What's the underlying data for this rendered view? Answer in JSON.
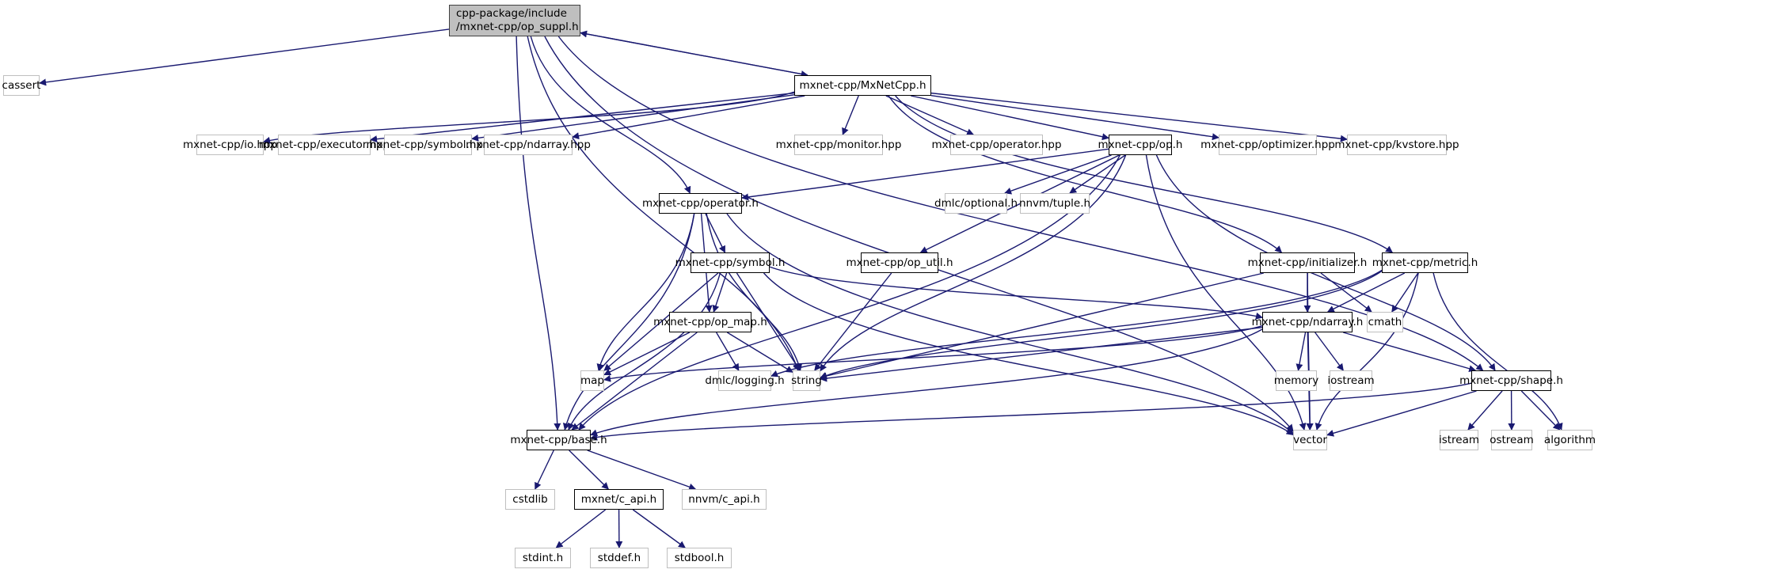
{
  "diagram": {
    "title": "Include dependency graph for op_suppl.h",
    "edge_color": "#191970",
    "root_fill": "#bfbfbf",
    "root": {
      "id": "op_suppl",
      "lines": [
        "cpp-package/include",
        "/mxnet-cpp/op_suppl.h"
      ]
    },
    "nodes": [
      {
        "id": "cassert",
        "label": "cassert",
        "kind": "ext"
      },
      {
        "id": "MxNetCpp",
        "label": "mxnet-cpp/MxNetCpp.h",
        "kind": "local"
      },
      {
        "id": "io_hpp",
        "label": "mxnet-cpp/io.hpp",
        "kind": "ext"
      },
      {
        "id": "executor_hpp",
        "label": "mxnet-cpp/executor.hpp",
        "kind": "ext"
      },
      {
        "id": "symbol_hpp",
        "label": "mxnet-cpp/symbol.hpp",
        "kind": "ext"
      },
      {
        "id": "ndarray_hpp",
        "label": "mxnet-cpp/ndarray.hpp",
        "kind": "ext"
      },
      {
        "id": "monitor_hpp",
        "label": "mxnet-cpp/monitor.hpp",
        "kind": "ext"
      },
      {
        "id": "operator_hpp",
        "label": "mxnet-cpp/operator.hpp",
        "kind": "ext"
      },
      {
        "id": "op_h",
        "label": "mxnet-cpp/op.h",
        "kind": "local"
      },
      {
        "id": "optimizer_hpp",
        "label": "mxnet-cpp/optimizer.hpp",
        "kind": "ext"
      },
      {
        "id": "kvstore_hpp",
        "label": "mxnet-cpp/kvstore.hpp",
        "kind": "ext"
      },
      {
        "id": "operator_h",
        "label": "mxnet-cpp/operator.h",
        "kind": "local"
      },
      {
        "id": "dmlc_optional",
        "label": "dmlc/optional.h",
        "kind": "ext"
      },
      {
        "id": "nnvm_tuple",
        "label": "nnvm/tuple.h",
        "kind": "ext"
      },
      {
        "id": "symbol_h",
        "label": "mxnet-cpp/symbol.h",
        "kind": "local"
      },
      {
        "id": "op_util_h",
        "label": "mxnet-cpp/op_util.h",
        "kind": "local"
      },
      {
        "id": "initializer_h",
        "label": "mxnet-cpp/initializer.h",
        "kind": "local"
      },
      {
        "id": "metric_h",
        "label": "mxnet-cpp/metric.h",
        "kind": "local"
      },
      {
        "id": "op_map_h",
        "label": "mxnet-cpp/op_map.h",
        "kind": "local"
      },
      {
        "id": "ndarray_h",
        "label": "mxnet-cpp/ndarray.h",
        "kind": "local"
      },
      {
        "id": "cmath",
        "label": "cmath",
        "kind": "ext"
      },
      {
        "id": "map",
        "label": "map",
        "kind": "ext"
      },
      {
        "id": "dmlc_logging",
        "label": "dmlc/logging.h",
        "kind": "ext"
      },
      {
        "id": "string",
        "label": "string",
        "kind": "ext"
      },
      {
        "id": "memory",
        "label": "memory",
        "kind": "ext"
      },
      {
        "id": "iostream",
        "label": "iostream",
        "kind": "ext"
      },
      {
        "id": "shape_h",
        "label": "mxnet-cpp/shape.h",
        "kind": "local"
      },
      {
        "id": "base_h",
        "label": "mxnet-cpp/base.h",
        "kind": "local"
      },
      {
        "id": "vector",
        "label": "vector",
        "kind": "ext"
      },
      {
        "id": "istream",
        "label": "istream",
        "kind": "ext"
      },
      {
        "id": "ostream",
        "label": "ostream",
        "kind": "ext"
      },
      {
        "id": "algorithm",
        "label": "algorithm",
        "kind": "ext"
      },
      {
        "id": "cstdlib",
        "label": "cstdlib",
        "kind": "ext"
      },
      {
        "id": "c_api_h",
        "label": "mxnet/c_api.h",
        "kind": "local"
      },
      {
        "id": "nnvm_c_api",
        "label": "nnvm/c_api.h",
        "kind": "ext"
      },
      {
        "id": "stdint",
        "label": "stdint.h",
        "kind": "ext"
      },
      {
        "id": "stddef",
        "label": "stddef.h",
        "kind": "ext"
      },
      {
        "id": "stdbool",
        "label": "stdbool.h",
        "kind": "ext"
      }
    ],
    "edges": [
      [
        "op_suppl",
        "cassert"
      ],
      [
        "op_suppl",
        "MxNetCpp"
      ],
      [
        "op_suppl",
        "operator_h"
      ],
      [
        "op_suppl",
        "base_h"
      ],
      [
        "op_suppl",
        "string"
      ],
      [
        "op_suppl",
        "vector"
      ],
      [
        "op_suppl",
        "shape_h"
      ],
      [
        "MxNetCpp",
        "op_suppl"
      ],
      [
        "MxNetCpp",
        "io_hpp"
      ],
      [
        "MxNetCpp",
        "executor_hpp"
      ],
      [
        "MxNetCpp",
        "symbol_hpp"
      ],
      [
        "MxNetCpp",
        "ndarray_hpp"
      ],
      [
        "MxNetCpp",
        "monitor_hpp"
      ],
      [
        "MxNetCpp",
        "operator_hpp"
      ],
      [
        "MxNetCpp",
        "op_h"
      ],
      [
        "MxNetCpp",
        "optimizer_hpp"
      ],
      [
        "MxNetCpp",
        "kvstore_hpp"
      ],
      [
        "MxNetCpp",
        "initializer_h"
      ],
      [
        "MxNetCpp",
        "metric_h"
      ],
      [
        "op_h",
        "operator_h"
      ],
      [
        "op_h",
        "op_util_h"
      ],
      [
        "op_h",
        "dmlc_optional"
      ],
      [
        "op_h",
        "nnvm_tuple"
      ],
      [
        "op_h",
        "string"
      ],
      [
        "op_h",
        "vector"
      ],
      [
        "op_h",
        "base_h"
      ],
      [
        "op_h",
        "shape_h"
      ],
      [
        "operator_h",
        "symbol_h"
      ],
      [
        "operator_h",
        "op_map_h"
      ],
      [
        "operator_h",
        "map"
      ],
      [
        "operator_h",
        "base_h"
      ],
      [
        "operator_h",
        "string"
      ],
      [
        "operator_h",
        "vector"
      ],
      [
        "symbol_h",
        "op_map_h"
      ],
      [
        "symbol_h",
        "map"
      ],
      [
        "symbol_h",
        "base_h"
      ],
      [
        "symbol_h",
        "string"
      ],
      [
        "symbol_h",
        "vector"
      ],
      [
        "symbol_h",
        "ndarray_h"
      ],
      [
        "op_util_h",
        "string"
      ],
      [
        "op_map_h",
        "map"
      ],
      [
        "op_map_h",
        "base_h"
      ],
      [
        "op_map_h",
        "dmlc_logging"
      ],
      [
        "op_map_h",
        "string"
      ],
      [
        "initializer_h",
        "ndarray_h"
      ],
      [
        "initializer_h",
        "cmath"
      ],
      [
        "initializer_h",
        "string"
      ],
      [
        "initializer_h",
        "vector"
      ],
      [
        "metric_h",
        "ndarray_h"
      ],
      [
        "metric_h",
        "cmath"
      ],
      [
        "metric_h",
        "dmlc_logging"
      ],
      [
        "metric_h",
        "string"
      ],
      [
        "metric_h",
        "vector"
      ],
      [
        "metric_h",
        "algorithm"
      ],
      [
        "ndarray_h",
        "map"
      ],
      [
        "ndarray_h",
        "string"
      ],
      [
        "ndarray_h",
        "memory"
      ],
      [
        "ndarray_h",
        "iostream"
      ],
      [
        "ndarray_h",
        "vector"
      ],
      [
        "ndarray_h",
        "base_h"
      ],
      [
        "ndarray_h",
        "shape_h"
      ],
      [
        "shape_h",
        "istream"
      ],
      [
        "shape_h",
        "ostream"
      ],
      [
        "shape_h",
        "algorithm"
      ],
      [
        "shape_h",
        "vector"
      ],
      [
        "shape_h",
        "base_h"
      ],
      [
        "base_h",
        "cstdlib"
      ],
      [
        "base_h",
        "c_api_h"
      ],
      [
        "base_h",
        "nnvm_c_api"
      ],
      [
        "c_api_h",
        "stdint"
      ],
      [
        "c_api_h",
        "stddef"
      ],
      [
        "c_api_h",
        "stdbool"
      ]
    ]
  }
}
